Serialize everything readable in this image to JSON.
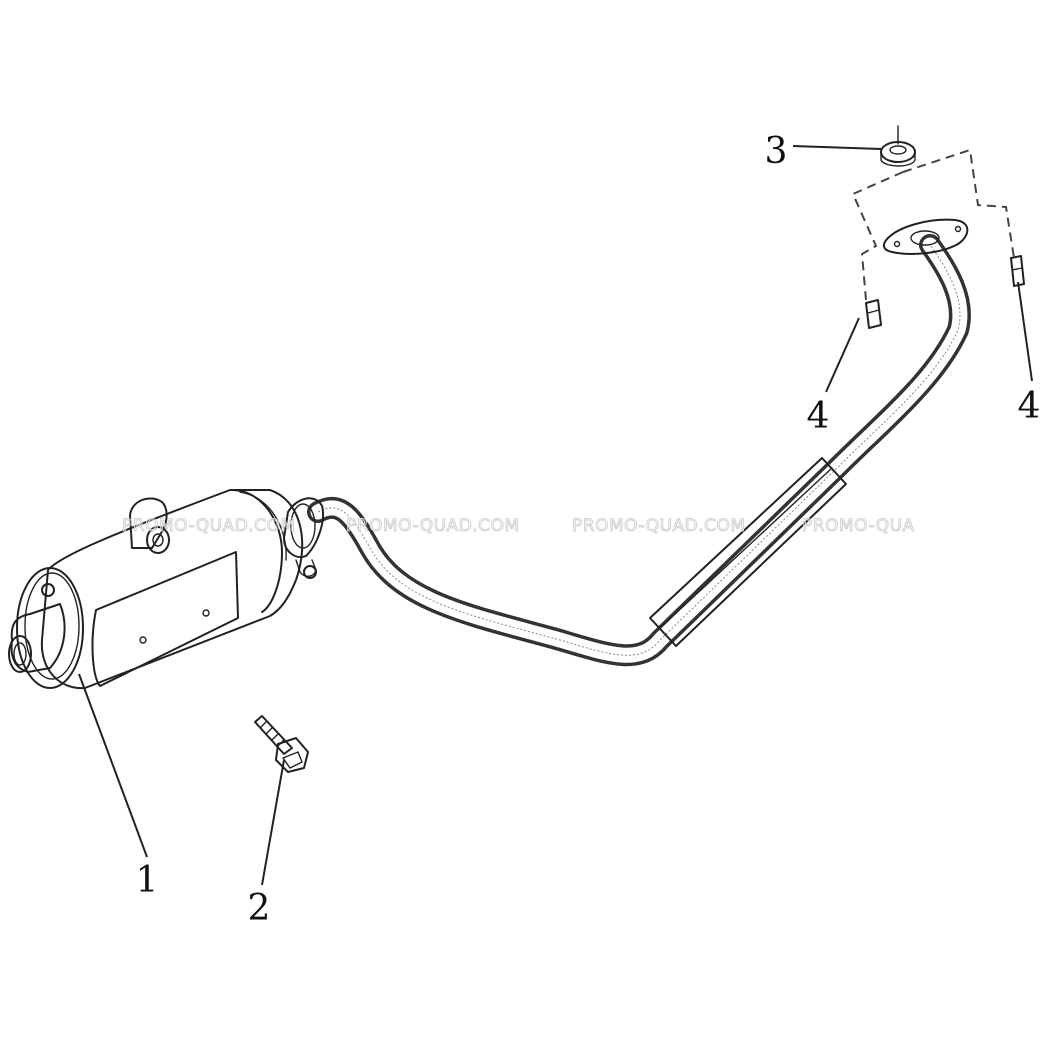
{
  "callouts": {
    "muffler": "1",
    "bolt": "2",
    "gasket": "3",
    "stud_left": "4",
    "stud_right": "4"
  },
  "watermark": {
    "text_1": "PROMO-QUAD.COM",
    "text_2": "PROMO-QUAD.COM",
    "text_3": "PROMO-QUAD.COM",
    "text_4": "PROMO-QUA"
  },
  "colors": {
    "line": "#222222",
    "background": "#ffffff",
    "watermark": "#d2d2d2"
  }
}
